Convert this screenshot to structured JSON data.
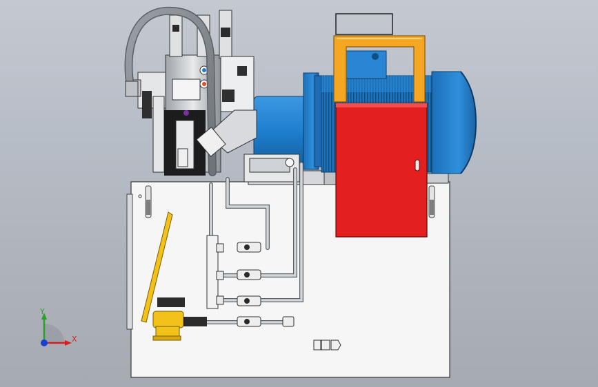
{
  "viewport": {
    "background_top": "#c4c9d1",
    "background_bottom": "#a6aab1"
  },
  "colors": {
    "motor_blue": "#1e7fd0",
    "fan_cover_red": "#e41f1f",
    "lifting_frame_orange": "#f5a623",
    "hand_pump_yellow": "#f2c21a",
    "tank_white": "#f4f4f4",
    "pipe_gray": "#c9ccd0"
  },
  "model": {
    "assembly": "hydraulic-power-unit",
    "components": [
      "oil-tank",
      "electric-motor",
      "motor-fan-cover",
      "lifting-frame",
      "valve-manifold",
      "hydraulic-hose",
      "hand-pump",
      "gauge-valves",
      "pipe-fittings"
    ]
  },
  "triad": {
    "x_label": "X",
    "y_label": "Y"
  }
}
